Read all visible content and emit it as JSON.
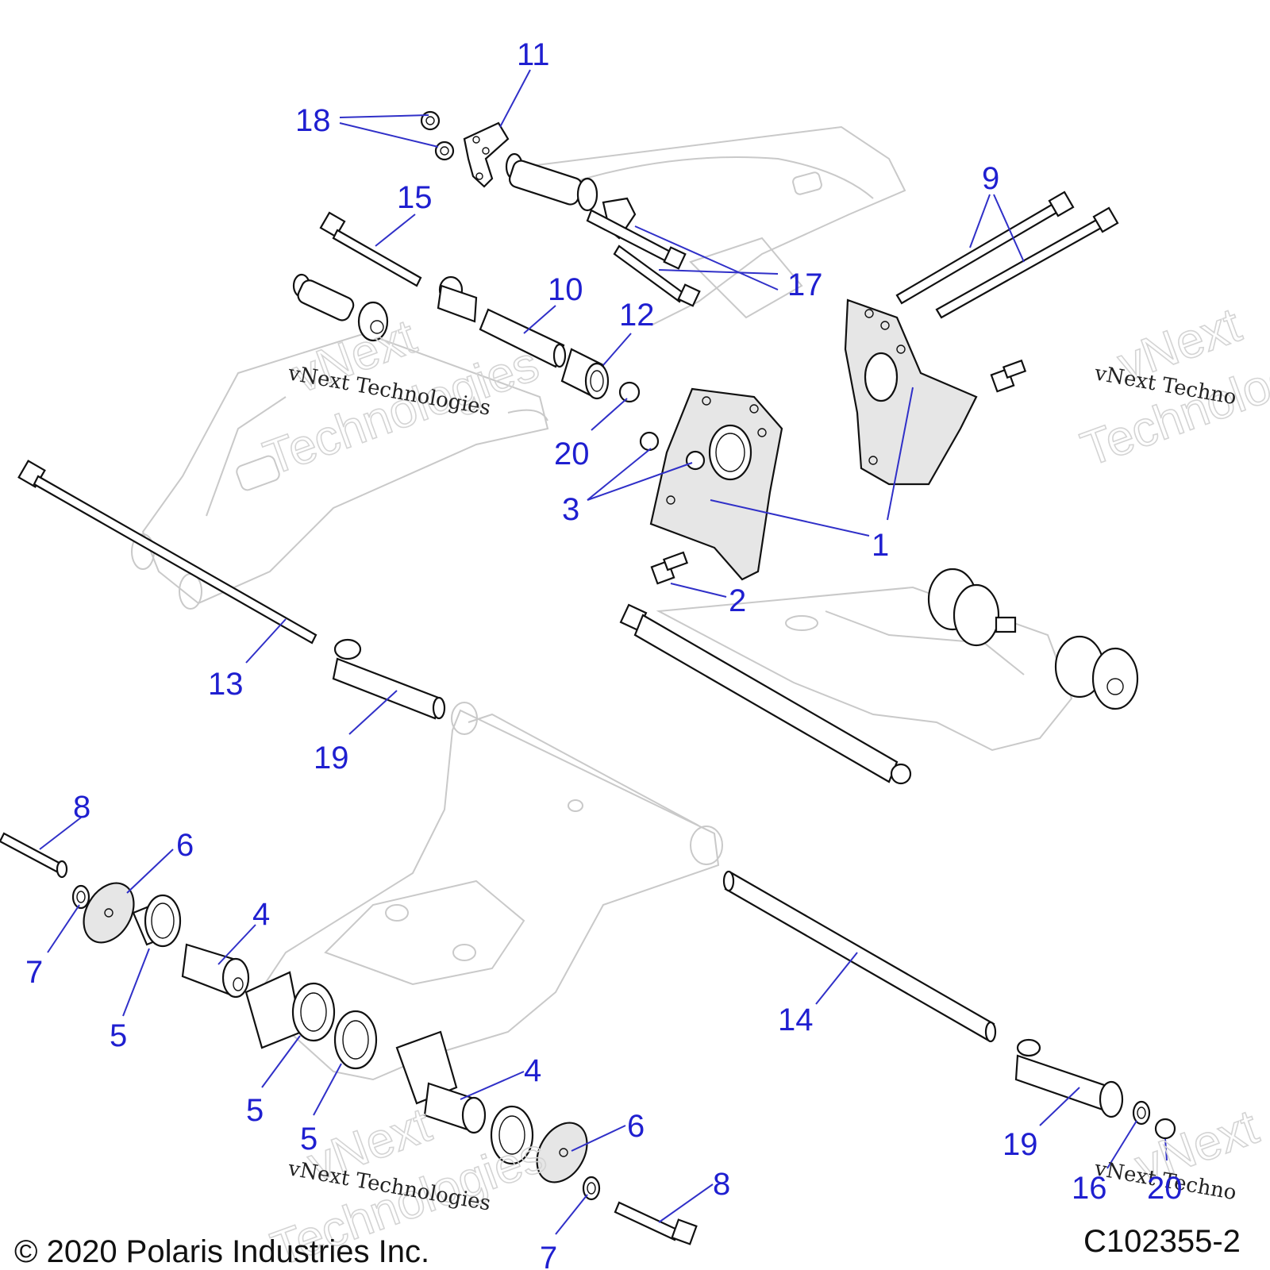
{
  "callouts": [
    {
      "id": "1",
      "text": "1"
    },
    {
      "id": "2",
      "text": "2"
    },
    {
      "id": "3",
      "text": "3"
    },
    {
      "id": "4a",
      "text": "4"
    },
    {
      "id": "4b",
      "text": "4"
    },
    {
      "id": "5a",
      "text": "5"
    },
    {
      "id": "5b",
      "text": "5"
    },
    {
      "id": "5c",
      "text": "5"
    },
    {
      "id": "6a",
      "text": "6"
    },
    {
      "id": "6b",
      "text": "6"
    },
    {
      "id": "7a",
      "text": "7"
    },
    {
      "id": "7b",
      "text": "7"
    },
    {
      "id": "8a",
      "text": "8"
    },
    {
      "id": "8b",
      "text": "8"
    },
    {
      "id": "9",
      "text": "9"
    },
    {
      "id": "10",
      "text": "10"
    },
    {
      "id": "11",
      "text": "11"
    },
    {
      "id": "12",
      "text": "12"
    },
    {
      "id": "13",
      "text": "13"
    },
    {
      "id": "14",
      "text": "14"
    },
    {
      "id": "15",
      "text": "15"
    },
    {
      "id": "16",
      "text": "16"
    },
    {
      "id": "17",
      "text": "17"
    },
    {
      "id": "18",
      "text": "18"
    },
    {
      "id": "19a",
      "text": "19"
    },
    {
      "id": "19b",
      "text": "19"
    },
    {
      "id": "20a",
      "text": "20"
    },
    {
      "id": "20b",
      "text": "20"
    }
  ],
  "watermark": {
    "line1": "vNext",
    "line2": "Technologies",
    "caption": "vNext Technologies",
    "caption_right": "vNext Techno"
  },
  "footer": {
    "copyright": "© 2020 Polaris Industries Inc.",
    "diagram_code": "C102355-2"
  },
  "colors": {
    "callout": "#1f1fd0",
    "leader": "#3030c8",
    "ghost_outline": "#c9c9c9"
  }
}
